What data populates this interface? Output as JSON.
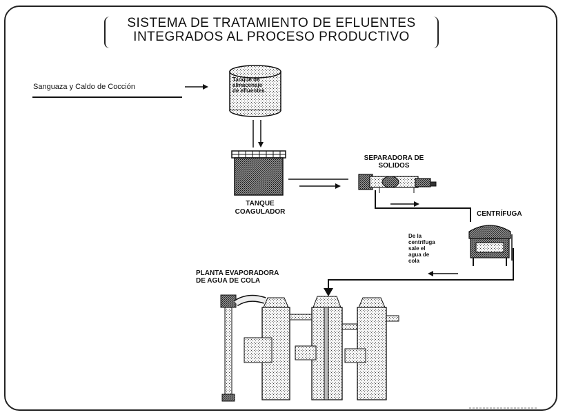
{
  "title": {
    "line1": "SISTEMA DE TRATAMIENTO DE EFLUENTES",
    "line2": "INTEGRADOS AL PROCESO PRODUCTIVO"
  },
  "input_label": "Sanguaza y Caldo de Cocción",
  "storage_tank": {
    "line1": "Tanque de",
    "line2": "almacenaje",
    "line3": "de efluentes"
  },
  "coagulator": {
    "line1": "TANQUE",
    "line2": "COAGULADOR"
  },
  "separator": {
    "line1": "SEPARADORA DE",
    "line2": "SOLIDOS"
  },
  "centrifuge": {
    "label": "CENTRÍFUGA"
  },
  "centrifuge_note": {
    "line1": "De la",
    "line2": "centrífuga",
    "line3": "sale el",
    "line4": "agua de",
    "line5": "cola"
  },
  "evaporator": {
    "line1": "PLANTA EVAPORADORA",
    "line2": "DE AGUA DE COLA"
  }
}
